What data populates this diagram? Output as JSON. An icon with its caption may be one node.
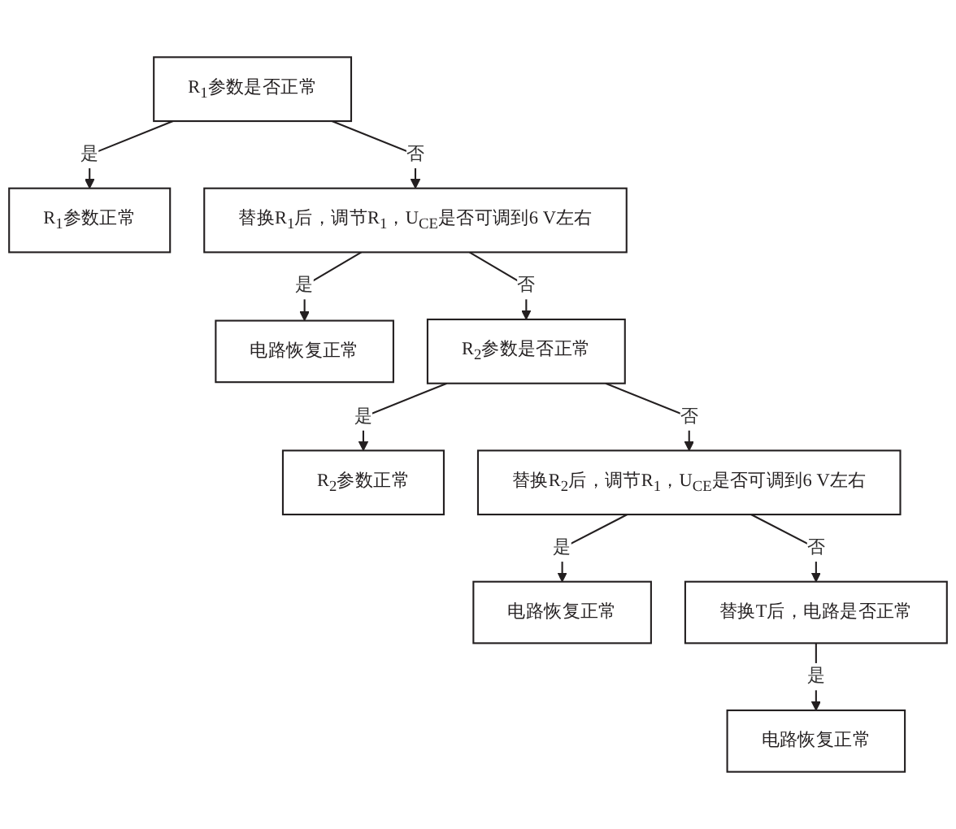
{
  "diagram": {
    "nodes": [
      {
        "text": [
          "R$_{1}$参数是否正常"
        ]
      },
      {
        "text": [
          "R$_{1}$参数正常"
        ]
      },
      {
        "text": [
          "替换R$_{1}$后，调节R$_{1}$，U$_{CE}$是否可调到6 V左右"
        ]
      },
      {
        "text": [
          "电路恢复正常"
        ]
      },
      {
        "text": [
          "R$_{2}$参数是否正常"
        ]
      },
      {
        "text": [
          "R$_{2}$参数正常"
        ]
      },
      {
        "text": [
          "替换R$_{2}$后，调节R$_{1}$，U$_{CE}$是否可调到6 V左右"
        ]
      },
      {
        "text": [
          "电路恢复正常"
        ]
      },
      {
        "text": [
          "替换T后，电路是否正常"
        ]
      },
      {
        "text": [
          "电路恢复正常"
        ]
      }
    ],
    "edges": [
      {
        "from": 0,
        "to": 1,
        "arrow": "to",
        "label": "是"
      },
      {
        "from": 0,
        "to": 2,
        "arrow": "to",
        "label": "否"
      },
      {
        "from": 2,
        "to": 3,
        "arrow": "to",
        "label": "是"
      },
      {
        "from": 2,
        "to": 4,
        "arrow": "to",
        "label": "否"
      },
      {
        "from": 4,
        "to": 5,
        "arrow": "to",
        "label": "是"
      },
      {
        "from": 4,
        "to": 6,
        "arrow": "to",
        "label": "否"
      },
      {
        "from": 6,
        "to": 7,
        "arrow": "to",
        "label": "是"
      },
      {
        "from": 6,
        "to": 8,
        "arrow": "to",
        "label": "否"
      },
      {
        "from": 8,
        "to": 9,
        "arrow": "to",
        "label": "是"
      }
    ]
  }
}
